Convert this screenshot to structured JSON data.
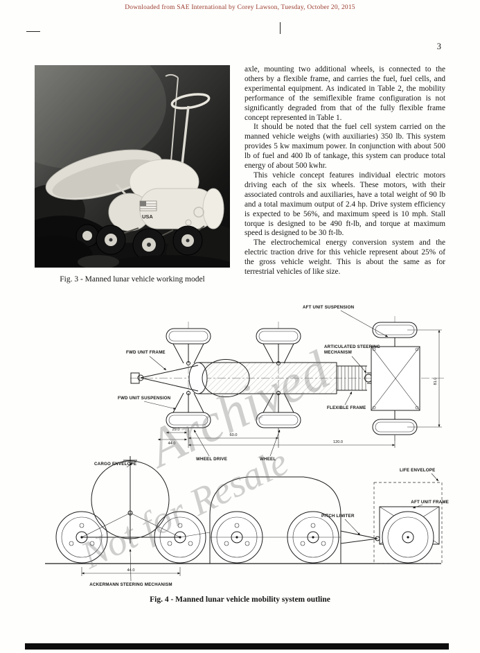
{
  "header": {
    "download_notice": "Downloaded from SAE International by Corey Lawson, Tuesday, October 20, 2015",
    "page_number": "3"
  },
  "photo": {
    "flag_text": "USA",
    "caption": "Fig. 3 - Manned lunar vehicle working model"
  },
  "article": {
    "paragraphs": [
      "axle, mounting two additional wheels, is connected to the others by a flexible frame, and carries the fuel, fuel cells, and experimental equipment.  As indicated in Table 2, the mobility performance of the semiflexible frame configuration is not significantly degraded from that of the fully flexible frame concept represented in Table 1.",
      "It should be noted that the fuel cell system carried on the manned vehicle weighs (with auxiliaries) 350 lb.  This system provides 5 kw maximum power.  In conjunction with about 500 lb of fuel and 400 lb of tankage, this system can produce total energy of about 500 kwhr.",
      "This vehicle concept features individual electric motors driving each of the six wheels.  These motors, with their associated controls and auxiliaries, have a total weight of 90 lb and a total maximum output of 2.4 hp.  Drive system efficiency is expected to be 56%, and maximum speed is 10 mph.  Stall torque is designed to be 490 ft-lb, and torque at maximum speed is designed to be 30 ft-lb.",
      "The electrochemical energy conversion system and the electric traction drive for this vehicle represent about 25% of the gross vehicle weight.  This is about the same as for terrestrial vehicles of like size."
    ]
  },
  "drawing": {
    "caption": "Fig. 4 - Manned lunar vehicle mobility system outline",
    "labels": {
      "aft_unit_suspension": "AFT UNIT SUSPENSION",
      "articulated_steering_1": "ARTICULATED STEERING",
      "articulated_steering_2": "MECHANISM",
      "fwd_unit_frame": "FWD UNIT FRAME",
      "fwd_unit_suspension": "FWD UNIT SUSPENSION",
      "flexible_frame": "FLEXIBLE FRAME",
      "wheel_drive": "WHEEL DRIVE",
      "wheel": "WHEEL",
      "cargo_envelope": "CARGO ENVELOPE",
      "life_envelope": "LIFE ENVELOPE",
      "pitch_limiter": "PITCH LIMITER",
      "aft_unit_frame": "AFT UNIT FRAME",
      "ackermann_steering": "ACKERMANN STEERING MECHANISM"
    },
    "dimensions": {
      "track": "60.0",
      "wheelbase": "120.0",
      "overall_width": "81.0",
      "dim_a": "29.0",
      "dim_b": "44.0",
      "dim_c": "44.0"
    }
  },
  "watermark": {
    "line1": "Archived",
    "line2": "Not for Resale"
  }
}
